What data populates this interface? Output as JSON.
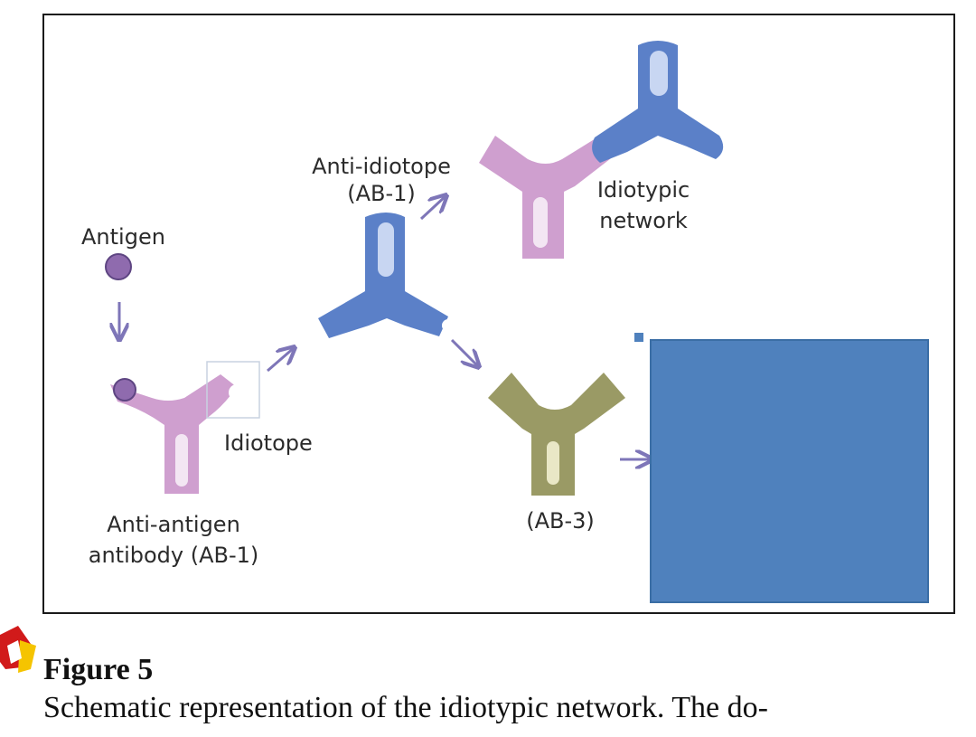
{
  "diagram": {
    "labels": {
      "antigen": "Antigen",
      "anti_idiotope_line1": "Anti-idiotope",
      "anti_idiotope_line2": "(AB-1)",
      "idiotypic_line1": "Idiotypic",
      "idiotypic_line2": "network",
      "idiotope": "Idiotope",
      "anti_antigen_line1": "Anti-antigen",
      "anti_antigen_line2": "antibody (AB-1)",
      "ab3": "(AB-3)"
    },
    "colors": {
      "pink": "#cf9fcf",
      "blue": "#5b80c8",
      "olive": "#9a9a65",
      "antigen": "#8f6bae",
      "arrow": "#7e76b8",
      "overlay": "#4f81bd",
      "frame": "#1a1a1a"
    }
  },
  "caption": {
    "title": "Figure 5",
    "text": "Schematic representation of the idiotypic network. The do-"
  },
  "icons": {
    "corner": "red-yellow-glyph-icon"
  }
}
